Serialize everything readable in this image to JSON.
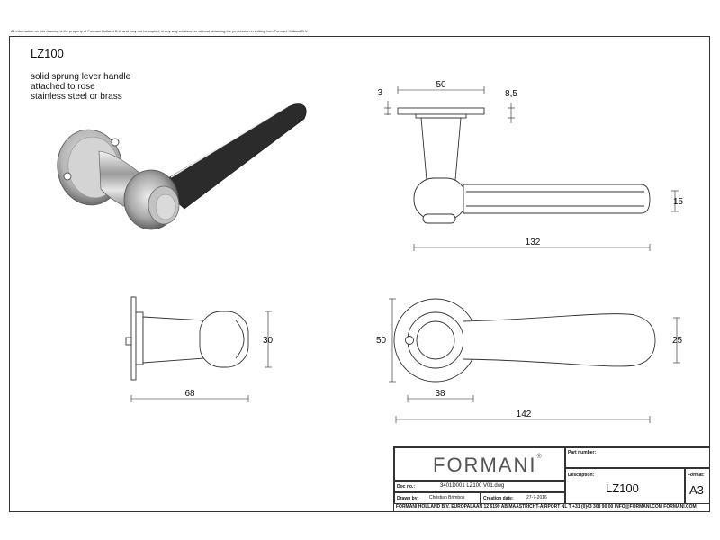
{
  "disclaimer": "All information on this drawing is the property of Formani Holland B.V. and may not be copied, in any way whatsoever without obtaining the permission in writing from Formani Holland B.V.",
  "model": "LZ100",
  "description_lines": [
    "solid sprung lever handle",
    "attached to rose",
    "stainless steel or brass"
  ],
  "dimensions": {
    "top_width": "50",
    "top_thickness": "3",
    "top_rose_height": "8,5",
    "top_handle_height": "15",
    "top_length": "132",
    "side_height": "30",
    "side_depth": "68",
    "front_diameter": "50",
    "front_inner": "38",
    "front_width": "25",
    "front_length": "142"
  },
  "title_block": {
    "brand": "FORMANI",
    "brand_mark": "®",
    "part_number_label": "Part number:",
    "doc_no_label": "Doc no.:",
    "doc_no_value": "3401D001 LZ100 V01.dwg",
    "description_label": "Description:",
    "description_value": "LZ100",
    "format_label": "Format:",
    "format_value": "A3",
    "drawn_by_label": "Drawn by:",
    "drawn_by_value": "Christian Brimbos",
    "creation_date_label": "Creation date:",
    "creation_date_value": "27-7-2016",
    "footer": "FORMANI HOLLAND B.V.  EUROPALAAN 12  6199 AB MAASTRICHT-AIRPORT NL  T +31 (0)43 308 90 00 INFO@FORMANI.COM FORMANI.COM"
  }
}
